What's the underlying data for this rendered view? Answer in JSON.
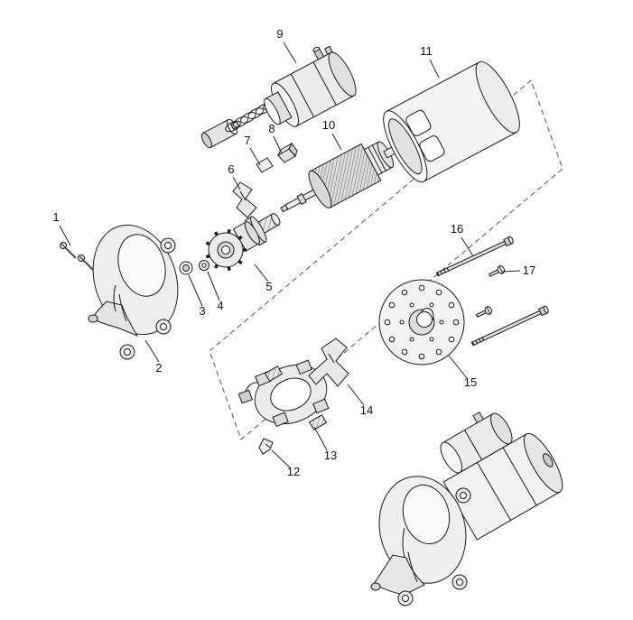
{
  "figure": {
    "type": "exploded-parts-diagram",
    "colors": {
      "background": "#ffffff",
      "line": "#1a1a1a"
    },
    "callouts": [
      {
        "label": "1"
      },
      {
        "label": "2"
      },
      {
        "label": "3"
      },
      {
        "label": "4"
      },
      {
        "label": "5"
      },
      {
        "label": "6"
      },
      {
        "label": "7"
      },
      {
        "label": "8"
      },
      {
        "label": "9"
      },
      {
        "label": "10"
      },
      {
        "label": "11"
      },
      {
        "label": "12"
      },
      {
        "label": "13"
      },
      {
        "label": "14"
      },
      {
        "label": "15"
      },
      {
        "label": "16"
      },
      {
        "label": "17"
      }
    ]
  }
}
